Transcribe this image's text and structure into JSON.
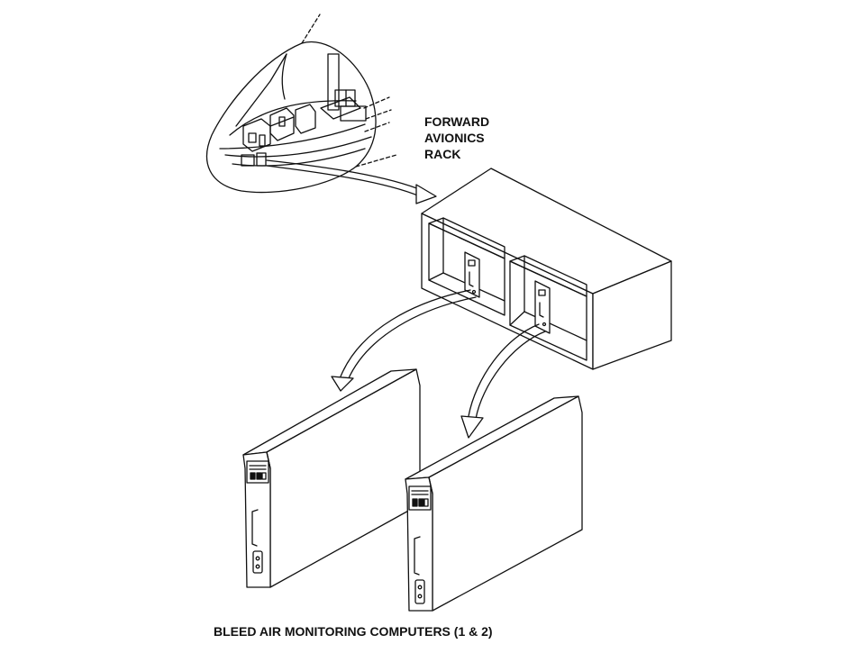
{
  "labels": {
    "rack_line1": "FORWARD",
    "rack_line2": "AVIONICS",
    "rack_line3": "RACK",
    "caption": "BLEED AIR MONITORING COMPUTERS (1 & 2)"
  },
  "colors": {
    "ink": "#111111",
    "background": "#ffffff"
  }
}
